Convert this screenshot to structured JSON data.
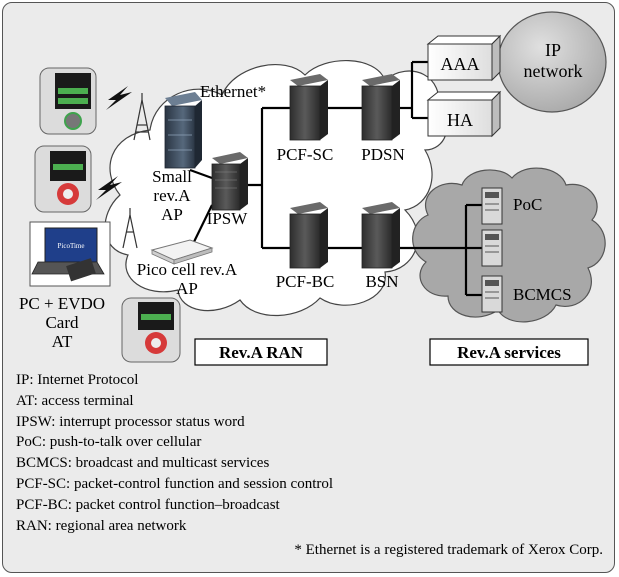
{
  "nodes": {
    "ethernet": "Ethernet*",
    "small_ap": [
      "Small",
      "rev.A",
      "AP"
    ],
    "pico_ap": [
      "Pico cell rev.A",
      "AP"
    ],
    "ipsw": "IPSW",
    "pcf_sc": "PCF-SC",
    "pdsn": "PDSN",
    "pcf_bc": "PCF-BC",
    "bsn": "BSN",
    "aaa": "AAA",
    "ha": "HA",
    "ip_network": [
      "IP",
      "network"
    ],
    "poc": "PoC",
    "bcmcs": "BCMCS",
    "pc_card": [
      "PC + EVDO",
      "Card",
      "AT"
    ],
    "laptop_screen": "PicoTime"
  },
  "regions": {
    "ran": "Rev.A RAN",
    "services": "Rev.A services"
  },
  "glossary": [
    "IP: Internet Protocol",
    "AT: access terminal",
    "IPSW: interrupt processor status word",
    "PoC: push-to-talk over cellular",
    "BCMCS: broadcast and multicast services",
    "PCF-SC: packet-control function and session control",
    "PCF-BC: packet control function–broadcast",
    "RAN: regional area network"
  ],
  "footnote": "* Ethernet is a registered trademark of Xerox Corp.",
  "colors": {
    "background": "#ebebeb",
    "ran_cloud": "#ffffff",
    "services_cloud": "#a8a8a8",
    "ip_network_fill": "#bfbfbf",
    "server_dark": "#3f3f3f",
    "ap_rack": "#3b4a5c",
    "link": "#000000"
  }
}
